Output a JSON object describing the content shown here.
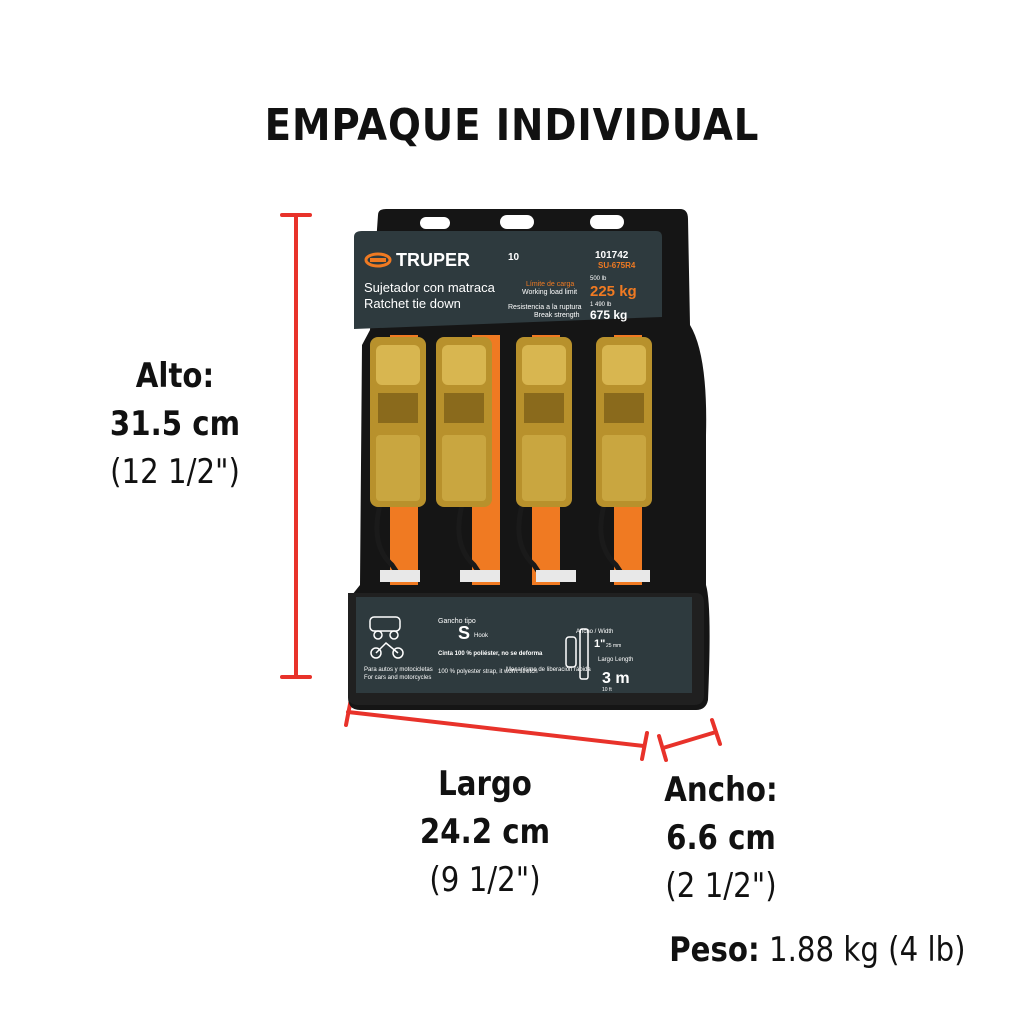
{
  "title": "EMPAQUE INDIVIDUAL",
  "alto": {
    "label": "Alto:",
    "metric": "31.5 cm",
    "imperial": "(12 1/2\")"
  },
  "largo": {
    "label": "Largo",
    "metric": "24.2 cm",
    "imperial": "(9 1/2\")"
  },
  "ancho": {
    "label": "Ancho:",
    "metric": "6.6 cm",
    "imperial": "(2 1/2\")"
  },
  "peso": {
    "label": "Peso:",
    "value": "1.88 kg (4 lb)"
  },
  "package": {
    "brand": "TRUPER",
    "code": "101742",
    "model": "SU-675R4",
    "name_es": "Sujetador con matraca",
    "name_en": "Ratchet tie down",
    "load_label_es": "Límite de carga",
    "load_label_en": "Working load limit",
    "load_lb": "500 lb",
    "load_value": "225 kg",
    "break_label_es": "Resistencia a la ruptura",
    "break_label_en": "Break strength",
    "break_lb": "1 490 lb",
    "break_value": "675 kg",
    "hook_es": "Gancho tipo",
    "hook_letter": "S",
    "hook_en": "Hook",
    "use_es": "Para autos y motocicletas",
    "use_en": "For cars and motorcycles",
    "strap_es": "Cinta 100 % poliéster, no se deforma",
    "strap_en": "100 % polyester strap, it won't stretch",
    "release_es": "Mecanismo de liberación rápida",
    "width_label": "Ancho / Width",
    "width_value": "1\"",
    "width_mm": "25 mm",
    "length_label": "Largo Length",
    "length_value": "3 m",
    "length_ft": "10 ft",
    "pack_qty": "10"
  },
  "colors": {
    "accent": "#e8322a",
    "strap": "#f07a22",
    "card": "#2e3a3e",
    "tray": "#1c1c1c"
  }
}
